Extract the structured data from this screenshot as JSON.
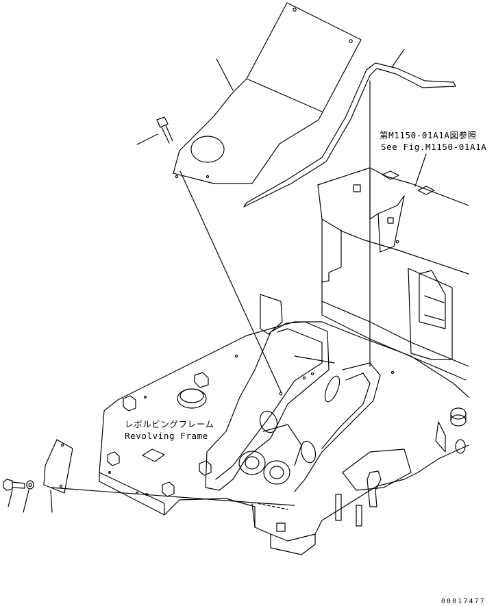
{
  "reference": {
    "jp": "第M1150-01A1A図参照",
    "en": "See Fig.M1150-01A1A"
  },
  "frame_label": {
    "jp": "レボルビングフレーム",
    "en": "Revolving Frame"
  },
  "drawing_number": "00017477"
}
